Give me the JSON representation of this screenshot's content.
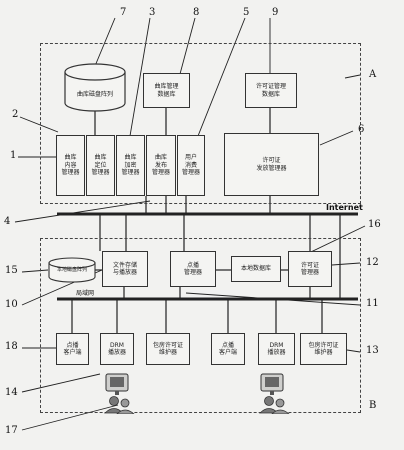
{
  "labels": {
    "n1": "1",
    "n2": "2",
    "n3": "3",
    "n4": "4",
    "n5": "5",
    "n6": "6",
    "n7": "7",
    "n8": "8",
    "n9": "9",
    "n10": "10",
    "n11": "11",
    "n12": "12",
    "n13": "13",
    "n14": "14",
    "n15": "15",
    "n16": "16",
    "n17": "17",
    "n18": "18",
    "regionA": "A",
    "regionB": "B",
    "internet": "Internet",
    "lan": "局域网"
  },
  "top": {
    "disk_db": "曲库磁盘阵列",
    "media_db": "曲库管理\n数据库",
    "license_db": "许可证管理\n数据库",
    "m_content": "曲库\n内容\n管理器",
    "m_locate": "曲库\n定位\n管理器",
    "m_encrypt": "曲库\n加密\n管理器",
    "m_publish": "曲库\n发布\n管理器",
    "m_user": "用户\n消费\n管理器",
    "license_issue": "许可证\n发放管理器"
  },
  "bottom": {
    "local_disk": "本地磁盘阵列",
    "file_store": "文件存储\n与播放器",
    "vod_mgr": "点播\n管理器",
    "local_db": "本地数据库",
    "license_mgr": "许可证\n管理器",
    "vod_client1": "点播\n客户端",
    "drm1": "DRM\n播放器",
    "room_lic1": "包房许可证\n维护器",
    "vod_client2": "点播\n客户端",
    "drm2": "DRM\n播放器",
    "room_lic2": "包房许可证\n维护器"
  }
}
